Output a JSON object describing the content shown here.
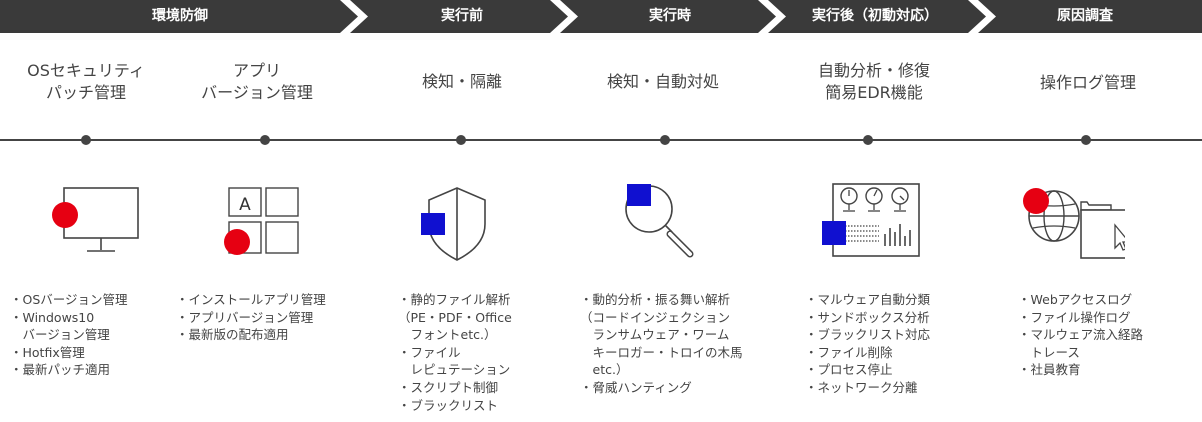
{
  "stages": [
    {
      "title": "環境防御",
      "phases": [
        "OSセキュリティ\nパッチ管理",
        "アプリ\nバージョン管理"
      ]
    },
    {
      "title": "実行前",
      "phases": [
        "検知・隔離"
      ]
    },
    {
      "title": "実行時",
      "phases": [
        "検知・自動対処"
      ]
    },
    {
      "title": "実行後（初動対応）",
      "phases": [
        "自動分析・修復\n簡易EDR機能"
      ]
    },
    {
      "title": "原因調査",
      "phases": [
        "操作ログ管理"
      ]
    }
  ],
  "icon_a_label": "A",
  "features": [
    [
      "・OSバージョン管理",
      "・Windows10\n　バージョン管理",
      "・Hotfix管理",
      "・最新パッチ適用"
    ],
    [
      "・インストールアプリ管理",
      "・アプリバージョン管理",
      "・最新版の配布適用"
    ],
    [
      "・静的ファイル解析\n（PE・PDF・Office\n　フォントetc.）",
      "・ファイル\n　レピュテーション",
      "・スクリプト制御",
      "・ブラックリスト"
    ],
    [
      "・動的分析・振る舞い解析\n（コードインジェクション\n　ランサムウェア・ワーム\n　キーロガー・トロイの木馬\n　etc.）",
      "・脅威ハンティング"
    ],
    [
      "・マルウェア自動分類",
      "・サンドボックス分析",
      "・ブラックリスト対応",
      "・ファイル削除",
      "・プロセス停止",
      "・ネットワーク分離"
    ],
    [
      "・Webアクセスログ",
      "・ファイル操作ログ",
      "・マルウェア流入経路\n　トレース",
      "・社員教育"
    ]
  ],
  "colors": {
    "banner": "#3a3a3a",
    "accent_red": "#e60012",
    "accent_blue": "#1010d0",
    "line": "#444444"
  }
}
